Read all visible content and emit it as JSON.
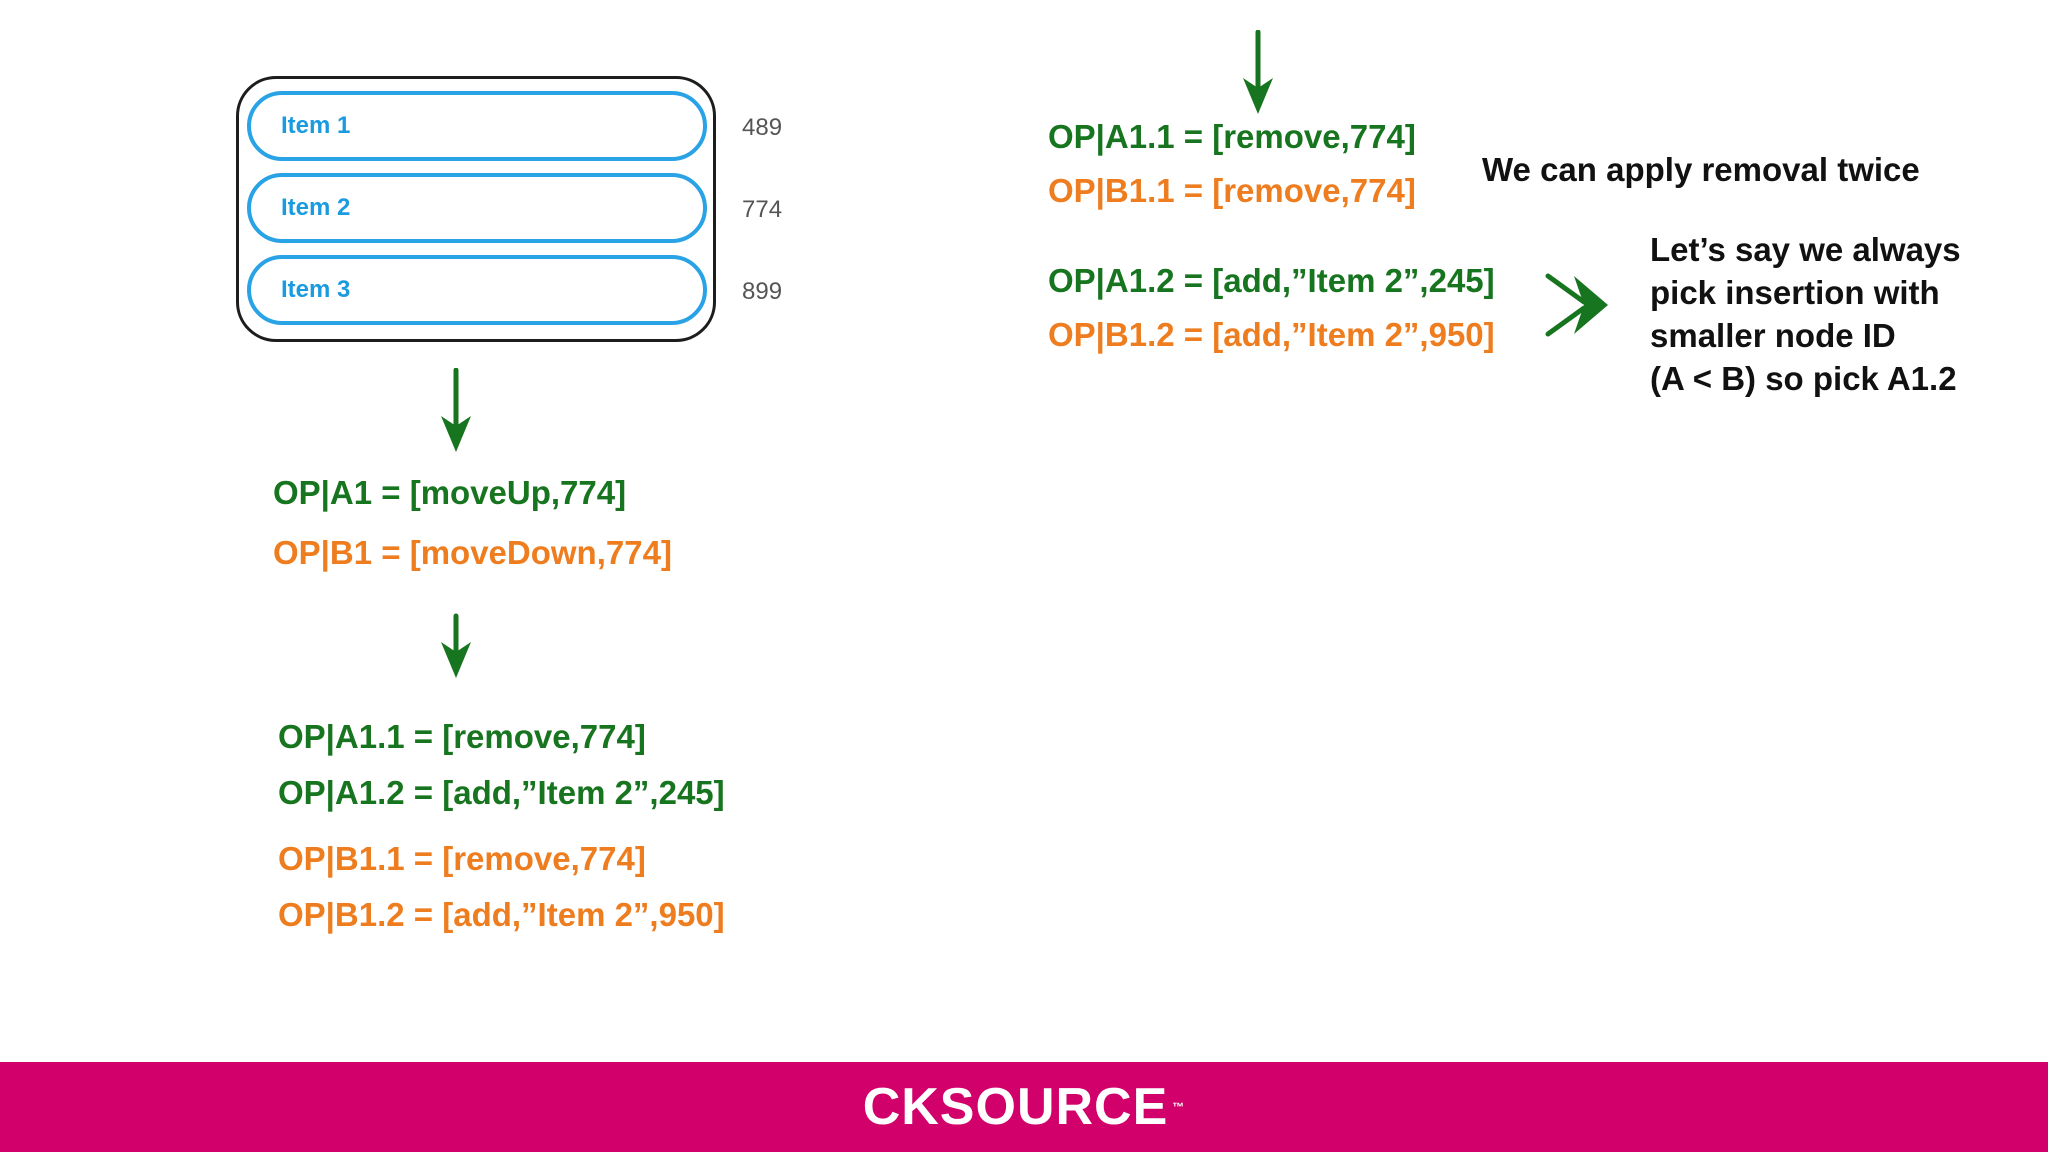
{
  "list": {
    "items": [
      {
        "label": "Item 1",
        "id": "489"
      },
      {
        "label": "Item 2",
        "id": "774"
      },
      {
        "label": "Item 3",
        "id": "899"
      }
    ]
  },
  "left_ops": {
    "a1": "OP|A1 = [moveUp,774]",
    "b1": "OP|B1 = [moveDown,774]",
    "a1_1": "OP|A1.1 = [remove,774]",
    "a1_2": "OP|A1.2 = [add,”Item 2”,245]",
    "b1_1": "OP|B1.1 = [remove,774]",
    "b1_2": "OP|B1.2 = [add,”Item 2”,950]"
  },
  "right_ops": {
    "a1_1": "OP|A1.1 = [remove,774]",
    "b1_1": "OP|B1.1 = [remove,774]",
    "a1_2": "OP|A1.2 = [add,”Item 2”,245]",
    "b1_2": "OP|B1.2 = [add,”Item 2”,950]"
  },
  "notes": {
    "removal": "We can apply removal twice",
    "insertion_lines": [
      "Let’s say we always",
      "pick insertion with",
      "smaller node ID",
      "(A < B) so pick A1.2"
    ]
  },
  "footer": {
    "brand": "CKSOURCE",
    "tm": "™"
  },
  "colors": {
    "green": "#17741f",
    "orange": "#ee7d1f",
    "blue": "#2aa3e6",
    "footer": "#d1006a"
  }
}
